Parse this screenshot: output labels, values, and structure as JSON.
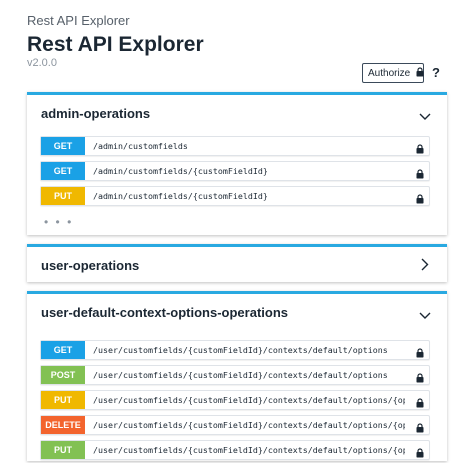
{
  "header": {
    "breadcrumb": "Rest API Explorer",
    "title": "Rest API Explorer",
    "version": "v2.0.0",
    "authorize_label": "Authorize",
    "help_label": "?"
  },
  "colors": {
    "accent": "#29a9e1",
    "get": "#1aa1e6",
    "put": "#f0b800",
    "post": "#82c153",
    "delete": "#f3642d"
  },
  "sections": [
    {
      "title": "admin-operations",
      "expanded": true,
      "chevron_icon": "chevron-down-icon",
      "operations": [
        {
          "method": "GET",
          "path": "/admin/customfields"
        },
        {
          "method": "GET",
          "path": "/admin/customfields/{customFieldId}"
        },
        {
          "method": "PUT",
          "path": "/admin/customfields/{customFieldId}"
        }
      ],
      "more_label": "• • •"
    },
    {
      "title": "user-operations",
      "expanded": false,
      "chevron_icon": "chevron-right-icon"
    },
    {
      "title": "user-default-context-options-operations",
      "expanded": true,
      "chevron_icon": "chevron-down-icon",
      "operations": [
        {
          "method": "GET",
          "path": "/user/customfields/{customFieldId}/contexts/default/options"
        },
        {
          "method": "POST",
          "path": "/user/customfields/{customFieldId}/contexts/default/options"
        },
        {
          "method": "PUT",
          "path": "/user/customfields/{customFieldId}/contexts/default/options/{optionId}"
        },
        {
          "method": "DELETE",
          "path": "/user/customfields/{customFieldId}/contexts/default/options/{optionId}"
        },
        {
          "method": "PUT",
          "path": "/user/customfields/{customFieldId}/contexts/default/options/{optionId}/move"
        }
      ]
    }
  ]
}
